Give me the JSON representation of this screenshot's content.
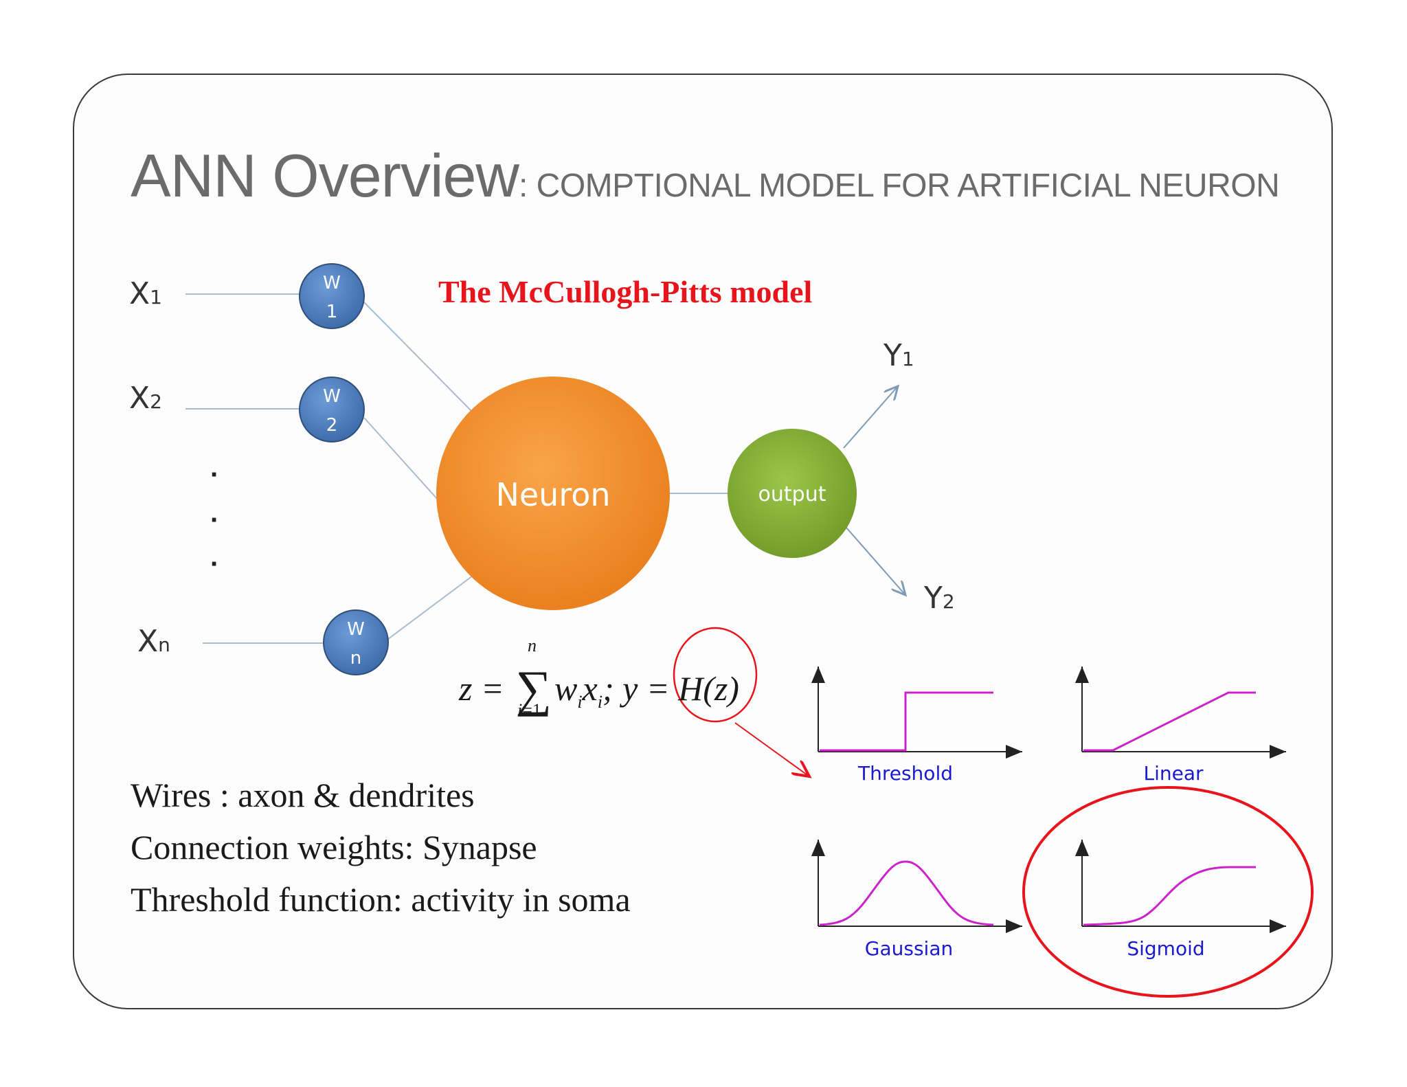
{
  "title": {
    "main": "ANN Overview",
    "separator": ": ",
    "subtitle": "COMPTIONAL MODEL FOR ARTIFICIAL NEURON"
  },
  "model_title": "The McCullogh-Pitts model",
  "inputs": [
    {
      "name": "X",
      "subscript": "1",
      "weight": [
        "W",
        "1"
      ]
    },
    {
      "name": "X",
      "subscript": "2",
      "weight": [
        "W",
        "2"
      ]
    },
    {
      "name": "X",
      "subscript": "n",
      "weight": [
        "W",
        "n"
      ]
    }
  ],
  "ellipsis": "·",
  "neuron_label": "Neuron",
  "output_label": "output",
  "outputs": [
    {
      "name": "Y",
      "subscript": "1"
    },
    {
      "name": "Y",
      "subscript": "2"
    }
  ],
  "formula": {
    "left": "z = ",
    "sigma": "∑",
    "upper": "n",
    "lower_var": "i",
    "lower_rest": "=1",
    "terms": "w",
    "sub_i": "i",
    "x": "x",
    "rest": "; y = H(z)"
  },
  "descriptions": [
    "Wires : axon & dendrites",
    "Connection weights: Synapse",
    "Threshold function: activity in soma"
  ],
  "activation_functions": [
    "Threshold",
    "Linear",
    "Gaussian",
    "Sigmoid"
  ],
  "colors": {
    "weight_node": "#4a7bbf",
    "neuron": "#f08c2a",
    "output_node": "#7fab2e",
    "highlight": "#e8141c",
    "curve": "#cc22cc",
    "func_label": "#1a1ad0"
  }
}
